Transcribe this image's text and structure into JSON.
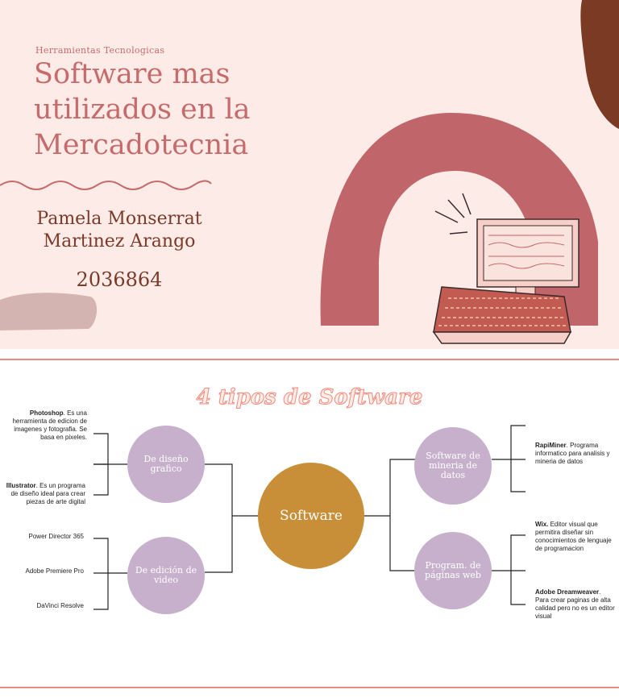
{
  "slide1": {
    "subtitle": "Herramientas Tecnologicas",
    "title_lines": [
      "Software mas",
      "utilizados en la",
      "Mercadotecnia"
    ],
    "author_lines": [
      "Pamela Monserrat",
      "Martinez Arango"
    ],
    "student_id": "2036864",
    "colors": {
      "background": "#fdebe7",
      "arch": "#c0666a",
      "accent_brown": "#7a3a24",
      "title": "#c56b6b"
    }
  },
  "slide2": {
    "title": "4 tipos de Software",
    "center": "Software",
    "branches": {
      "diseno": "De diseño grafico",
      "video": "De edición de video",
      "mineria": "Software de mineria de datos",
      "web": "Program. de páginas web"
    },
    "notes": {
      "photoshop": {
        "bold": "Photoshop",
        "text": ". Es una herramienta de edicion de imagenes y fotografia. Se basa en pixeles."
      },
      "illustrator": {
        "bold": "Illustrator",
        "text": ". Es un programa de diseño ideal para crear piezas de arte digital"
      },
      "power": "Power Director 365",
      "premiere": "Adobe Premiere Pro",
      "davinci": "DaVinci Resolve",
      "rapidminer": {
        "bold": "RapiMiner",
        "text": ". Programa informatico para analisis y mineria de datos"
      },
      "wix": {
        "bold": "Wix.",
        "text": " Editor visual que permitira diseñar sin conocimientos de lenguaje de programacion"
      },
      "dreamweaver": {
        "bold": "Adobe Dreamweaver",
        "text": ". Para crear paginas de alta calidad pero no es un editor visual"
      }
    },
    "colors": {
      "branch_node": "#c7b0cc",
      "center_node": "#c88f38",
      "divider": "#e98a83"
    }
  }
}
